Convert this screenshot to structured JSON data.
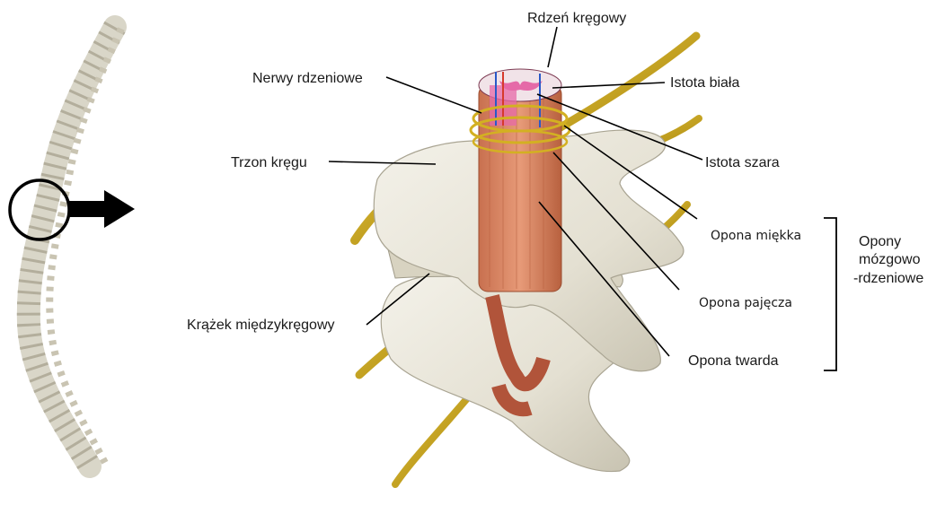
{
  "labels": {
    "spinal_cord": "Rdzeń kręgowy",
    "spinal_nerves": "Nerwy rdzeniowe",
    "white_matter": "Istota biała",
    "vertebral_body": "Trzon kręgu",
    "gray_matter": "Istota szara",
    "pia_mater": "Opona miękka",
    "arachnoid_mater": "Opona pajęcza",
    "intervertebral_disc": "Krążek międzykręgowy",
    "dura_mater": "Opona twarda"
  },
  "group": {
    "line1": "Opony",
    "line2": "mózgowo",
    "line3": "-rdzeniowe"
  },
  "colors": {
    "bone": "#e9e6da",
    "bone_shade": "#c9c5b5",
    "nerve": "#c9a418",
    "cord": "#d98a6a",
    "gray_matter": "#e56aa8",
    "white_matter": "#f3dfe6"
  }
}
